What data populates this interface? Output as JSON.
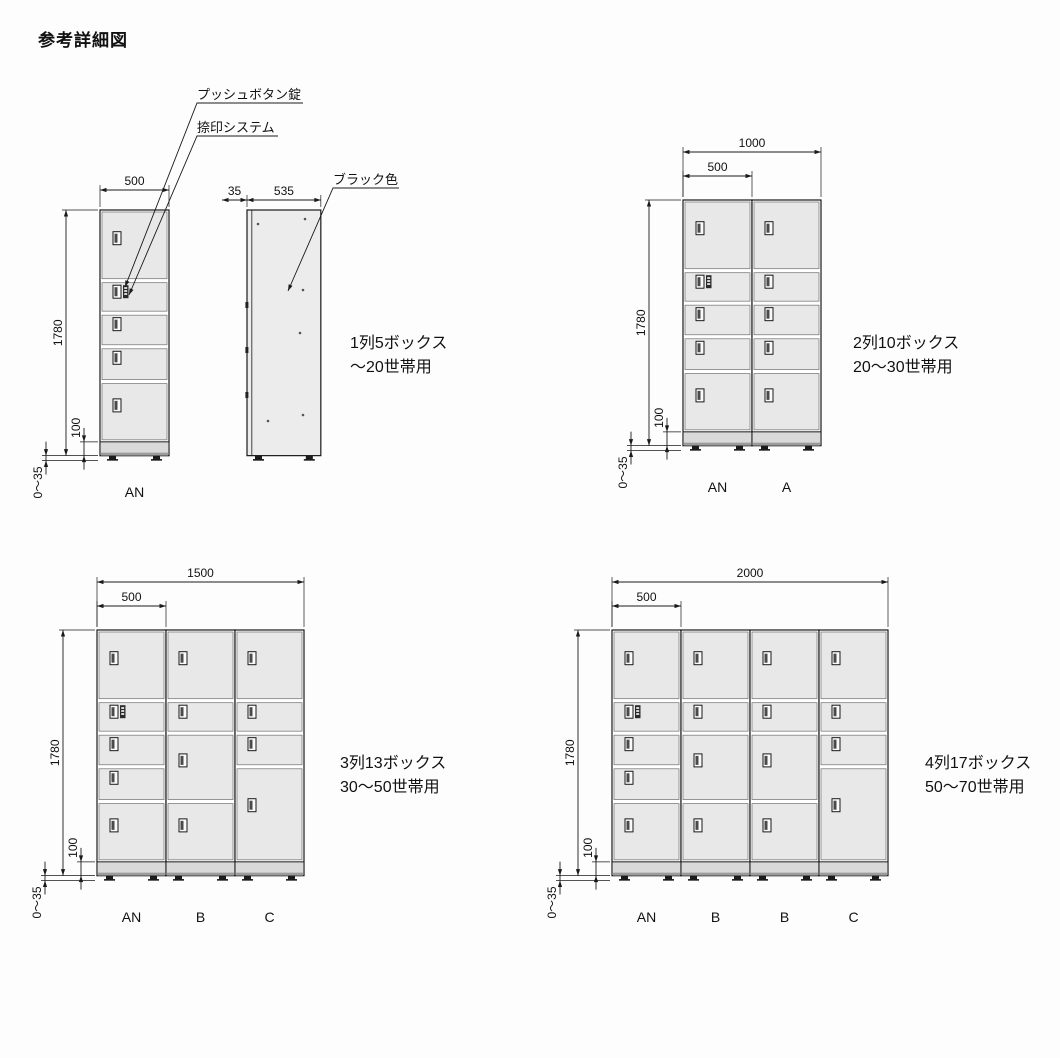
{
  "page_title": "参考詳細図",
  "colors": {
    "line": "#1a1a1a",
    "door_fill": "#e8e8e8",
    "base_fill": "#d9d9d9",
    "side_fill": "#ececec"
  },
  "column_types": {
    "AN": {
      "rows": [
        0.305,
        0.14,
        0.145,
        0.15,
        0.26
      ],
      "lock_row": 1
    },
    "A": {
      "rows": [
        0.305,
        0.14,
        0.145,
        0.15,
        0.26
      ],
      "lock_row": -1
    },
    "B": {
      "rows": [
        0.305,
        0.14,
        0.295,
        0.26
      ],
      "lock_row": -1
    },
    "C": {
      "rows": [
        0.305,
        0.14,
        0.145,
        0.41
      ],
      "lock_row": -1
    }
  },
  "diagrams": [
    {
      "name": "1-column-5-box",
      "columns": [
        "AN"
      ],
      "column_labels": [
        "AN"
      ],
      "description": [
        "1列5ボックス",
        "～20世帯用"
      ],
      "dims": {
        "unit_width": "500",
        "height": "1780",
        "base": "100",
        "feet": "0～35",
        "side_door": "35",
        "side_depth": "535"
      },
      "annotations": [
        {
          "label": "プッシュボタン錠"
        },
        {
          "label": "捺印システム"
        },
        {
          "label": "ブラック色"
        }
      ]
    },
    {
      "name": "2-column-10-box",
      "columns": [
        "AN",
        "A"
      ],
      "column_labels": [
        "AN",
        "A"
      ],
      "description": [
        "2列10ボックス",
        "20～30世帯用"
      ],
      "dims": {
        "total_width": "1000",
        "unit_width": "500",
        "height": "1780",
        "base": "100",
        "feet": "0～35"
      }
    },
    {
      "name": "3-column-13-box",
      "columns": [
        "AN",
        "B",
        "C"
      ],
      "column_labels": [
        "AN",
        "B",
        "C"
      ],
      "description": [
        "3列13ボックス",
        "30～50世帯用"
      ],
      "dims": {
        "total_width": "1500",
        "unit_width": "500",
        "height": "1780",
        "base": "100",
        "feet": "0～35"
      }
    },
    {
      "name": "4-column-17-box",
      "columns": [
        "AN",
        "B",
        "B",
        "C"
      ],
      "column_labels": [
        "AN",
        "B",
        "B",
        "C"
      ],
      "description": [
        "4列17ボックス",
        "50～70世帯用"
      ],
      "dims": {
        "total_width": "2000",
        "unit_width": "500",
        "height": "1780",
        "base": "100",
        "feet": "0～35"
      }
    }
  ]
}
